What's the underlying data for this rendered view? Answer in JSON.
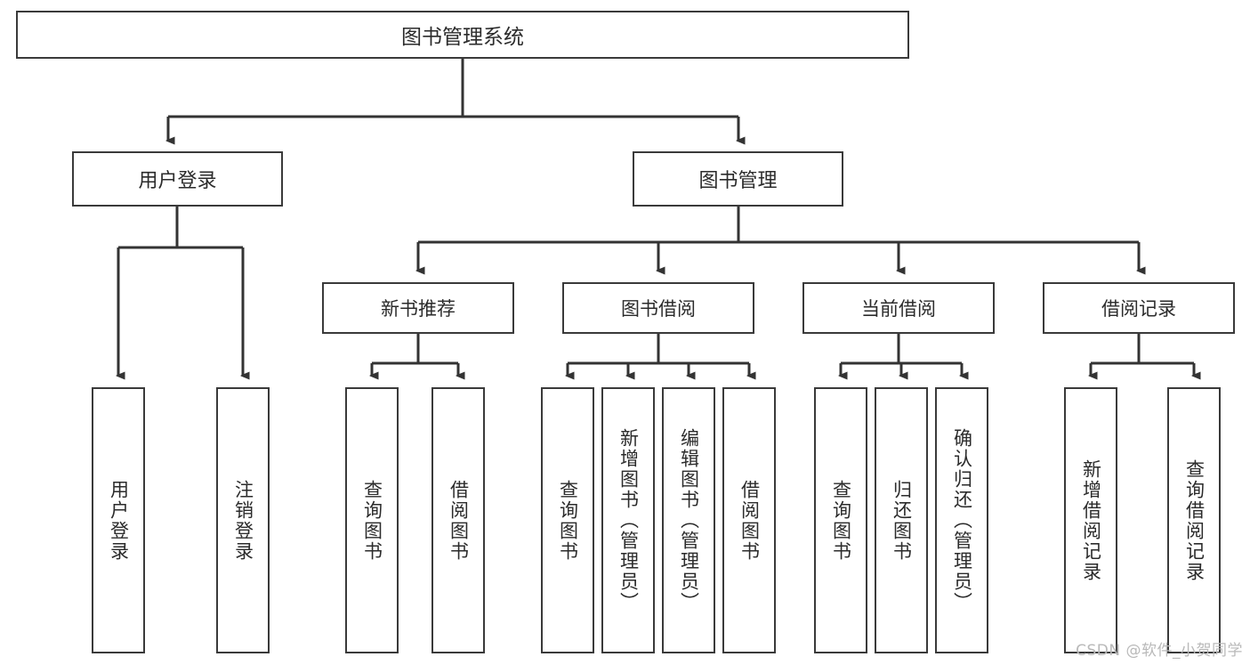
{
  "diagram": {
    "title": "图书管理系统",
    "type": "hierarchy-tree",
    "root": {
      "label": "图书管理系统"
    },
    "level2": [
      {
        "label": "用户登录"
      },
      {
        "label": "图书管理"
      }
    ],
    "level3": [
      {
        "label": "新书推荐"
      },
      {
        "label": "图书借阅"
      },
      {
        "label": "当前借阅"
      },
      {
        "label": "借阅记录"
      }
    ],
    "leaves": {
      "user_login": [
        {
          "label": "用户登录"
        },
        {
          "label": "注销登录"
        }
      ],
      "new_book_recommend": [
        {
          "label": "查询图书"
        },
        {
          "label": "借阅图书"
        }
      ],
      "book_borrow": [
        {
          "label": "查询图书"
        },
        {
          "label": "新增图书（管理员）"
        },
        {
          "label": "编辑图书（管理员）"
        },
        {
          "label": "借阅图书"
        }
      ],
      "current_borrow": [
        {
          "label": "查询图书"
        },
        {
          "label": "归还图书"
        },
        {
          "label": "确认归还（管理员）"
        }
      ],
      "borrow_record": [
        {
          "label": "新增借阅记录"
        },
        {
          "label": "查询借阅记录"
        }
      ]
    }
  },
  "watermark": {
    "text": "CSDN @软件_小贺同学"
  },
  "colors": {
    "box_border": "#3a3a3a",
    "line": "#333333",
    "text": "#2b2b2b",
    "background": "#ffffff",
    "watermark": "#b9b9b9"
  }
}
